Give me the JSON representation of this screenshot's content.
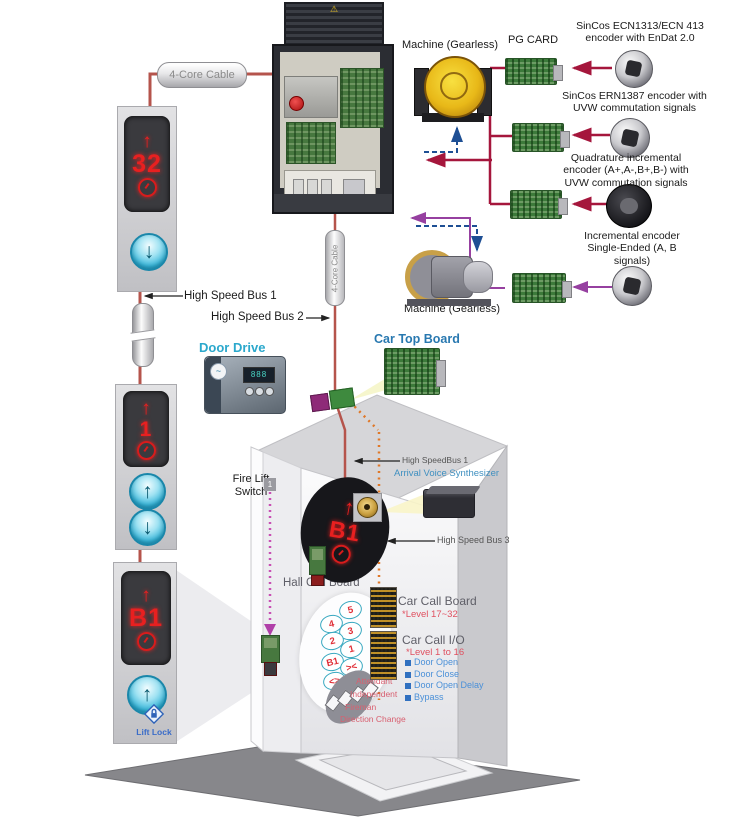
{
  "icons": {
    "warning": "⚠",
    "up": "↑",
    "down": "↓"
  },
  "labels": {
    "four_core_cable": "4-Core Cable",
    "high_speed_bus_1": "High Speed Bus 1",
    "high_speed_bus_2": "High Speed Bus 2",
    "high_speed_bus_inner_1": "High SpeedBus 1",
    "high_speed_bus_3": "High Speed Bus 3",
    "fire_lift_line1": "Fire Lift",
    "fire_lift_line2": "Switch",
    "fire_lift_marker": "1",
    "door_drive": "Door Drive",
    "car_top_board": "Car Top Board",
    "arrival_voice": "Arrival Voice Synthesizer",
    "hall_call_board": "Hall Call Board",
    "lift_lock": "Lift Lock",
    "machine_gearless": "Machine (Gearless)",
    "pg_card": "PG CARD"
  },
  "encoders": [
    {
      "label": "SinCos ECN1313/ECN 413 encoder with EnDat 2.0"
    },
    {
      "label": "SinCos ERN1387 encoder with UVW commutation signals"
    },
    {
      "label": "Quadrature incremental encoder (A+,A-,B+,B-) with UVW commutation signals"
    },
    {
      "label": "Incremental encoder Single-Ended (A, B signals)"
    }
  ],
  "car_call": {
    "board_title": "Car Call Board",
    "board_level": "*Level 17~32",
    "io_title": "Car Call I/O",
    "io_level": "*Level 1 to 16",
    "options": [
      "Door Open",
      "Door Close",
      "Door Open Delay",
      "Bypass"
    ]
  },
  "switches": [
    "Attendant",
    "Independent",
    "Fireman",
    "Direction Change"
  ],
  "keypad": [
    "5",
    "4",
    "3",
    "2",
    "1",
    "B1",
    "><",
    "<>"
  ],
  "indicators": {
    "hall_top": {
      "arrow": "↑",
      "floor": "32"
    },
    "hall_mid": {
      "arrow": "↑",
      "floor": "1"
    },
    "hall_bottom": {
      "arrow": "↑",
      "floor": "B1"
    },
    "car": {
      "arrow": "↑",
      "floor": "B1"
    }
  },
  "colors": {
    "pg_bus_crimson": "#a5163c",
    "machine_bus_blue": "#1e4f94",
    "encoder_bus_purple": "#9640a0",
    "fire_bus_magenta": "#c850b4",
    "car_bus_orange": "#e07828",
    "led_red": "#e82020",
    "button_teal": "#29b2d6",
    "label_blue": "#2878b0",
    "label_teal": "#2ba8cc",
    "level_red": "#e05060",
    "io_blue": "#4a90d8"
  }
}
